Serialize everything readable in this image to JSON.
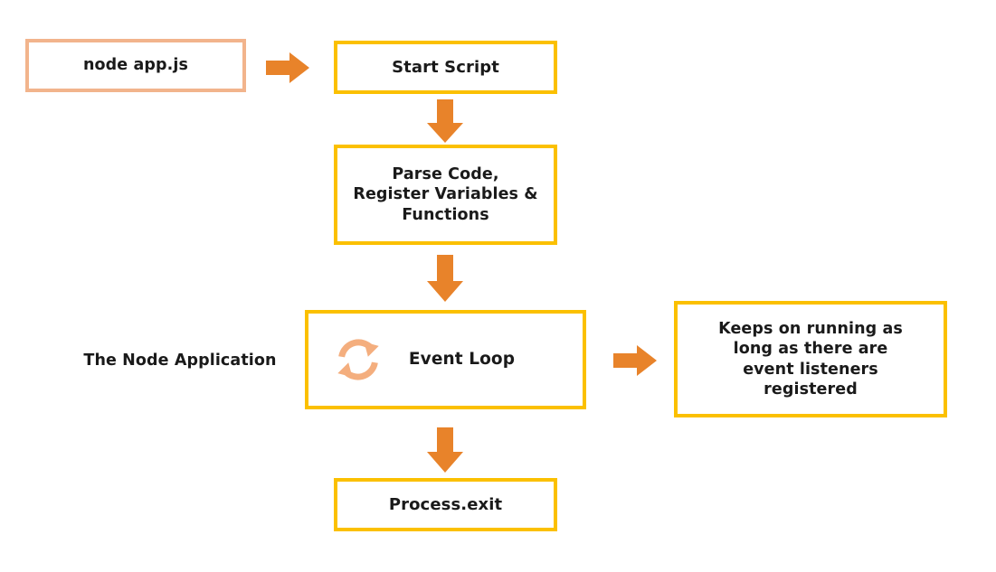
{
  "diagram": {
    "title": "The Node Application",
    "side_label": "The Node Application",
    "colors": {
      "box_border_yellow": "#FBC000",
      "box_border_peach": "#F2B48C",
      "arrow_orange": "#E8832A",
      "loop_icon": "#F4AE7E",
      "text": "#1a1a1a",
      "background": "#FFFFFF"
    },
    "boxes": {
      "command": {
        "label": "node app.js"
      },
      "start": {
        "label": "Start Script"
      },
      "parse": {
        "line1": "Parse Code,",
        "line2": "Register Variables &",
        "line3": "Functions"
      },
      "event_loop": {
        "label": "Event Loop",
        "icon": "loop-refresh-icon"
      },
      "keeps_running": {
        "line1": "Keeps on running as",
        "line2": "long as there are",
        "line3": "event listeners",
        "line4": "registered"
      },
      "process_exit": {
        "label": "Process.exit"
      }
    },
    "arrows": [
      {
        "name": "arrow-command-to-start",
        "direction": "right"
      },
      {
        "name": "arrow-start-to-parse",
        "direction": "down"
      },
      {
        "name": "arrow-parse-to-event-loop",
        "direction": "down"
      },
      {
        "name": "arrow-event-loop-to-keeps-running",
        "direction": "right"
      },
      {
        "name": "arrow-event-loop-to-process-exit",
        "direction": "down"
      }
    ]
  }
}
